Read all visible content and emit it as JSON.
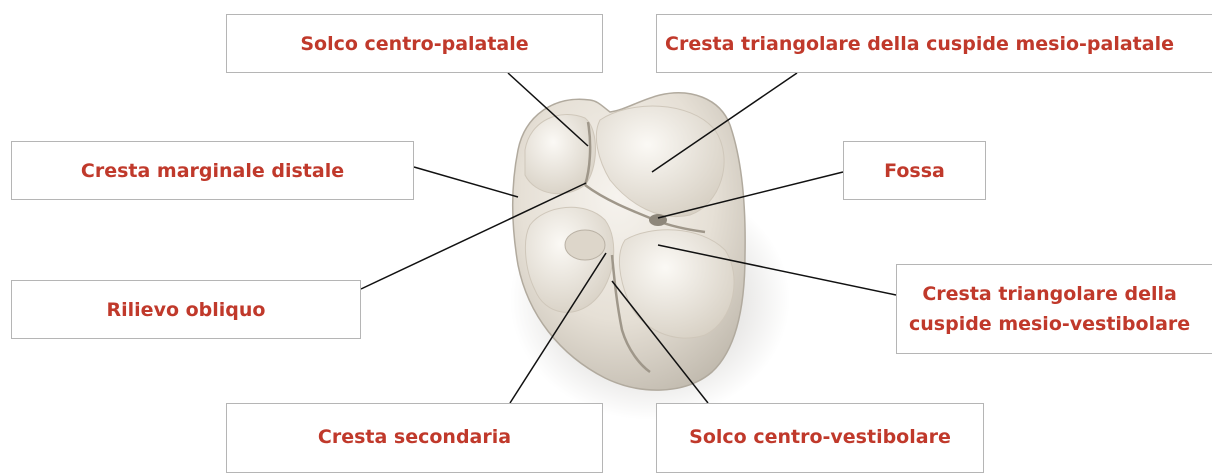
{
  "labels": {
    "solco_centro_palatale": "Solco centro-palatale",
    "cresta_triangolare_mesio_palatale": "Cresta triangolare della cuspide mesio-palatale",
    "cresta_marginale_distale": "Cresta marginale distale",
    "fossa": "Fossa",
    "rilievo_obliquo": "Rilievo obliquo",
    "cresta_triangolare_mesio_vestibolare_line1": "Cresta triangolare della",
    "cresta_triangolare_mesio_vestibolare_line2": "cuspide mesio-vestibolare",
    "cresta_secondaria": "Cresta secondaria",
    "solco_centro_vestibolare": "Solco centro-vestibolare"
  },
  "colors": {
    "label_text": "#c0392b",
    "box_border": "#b5b5b5",
    "leader_line": "#111111",
    "tooth_base": "#e3ddd2",
    "tooth_shadow": "#a9a297"
  }
}
